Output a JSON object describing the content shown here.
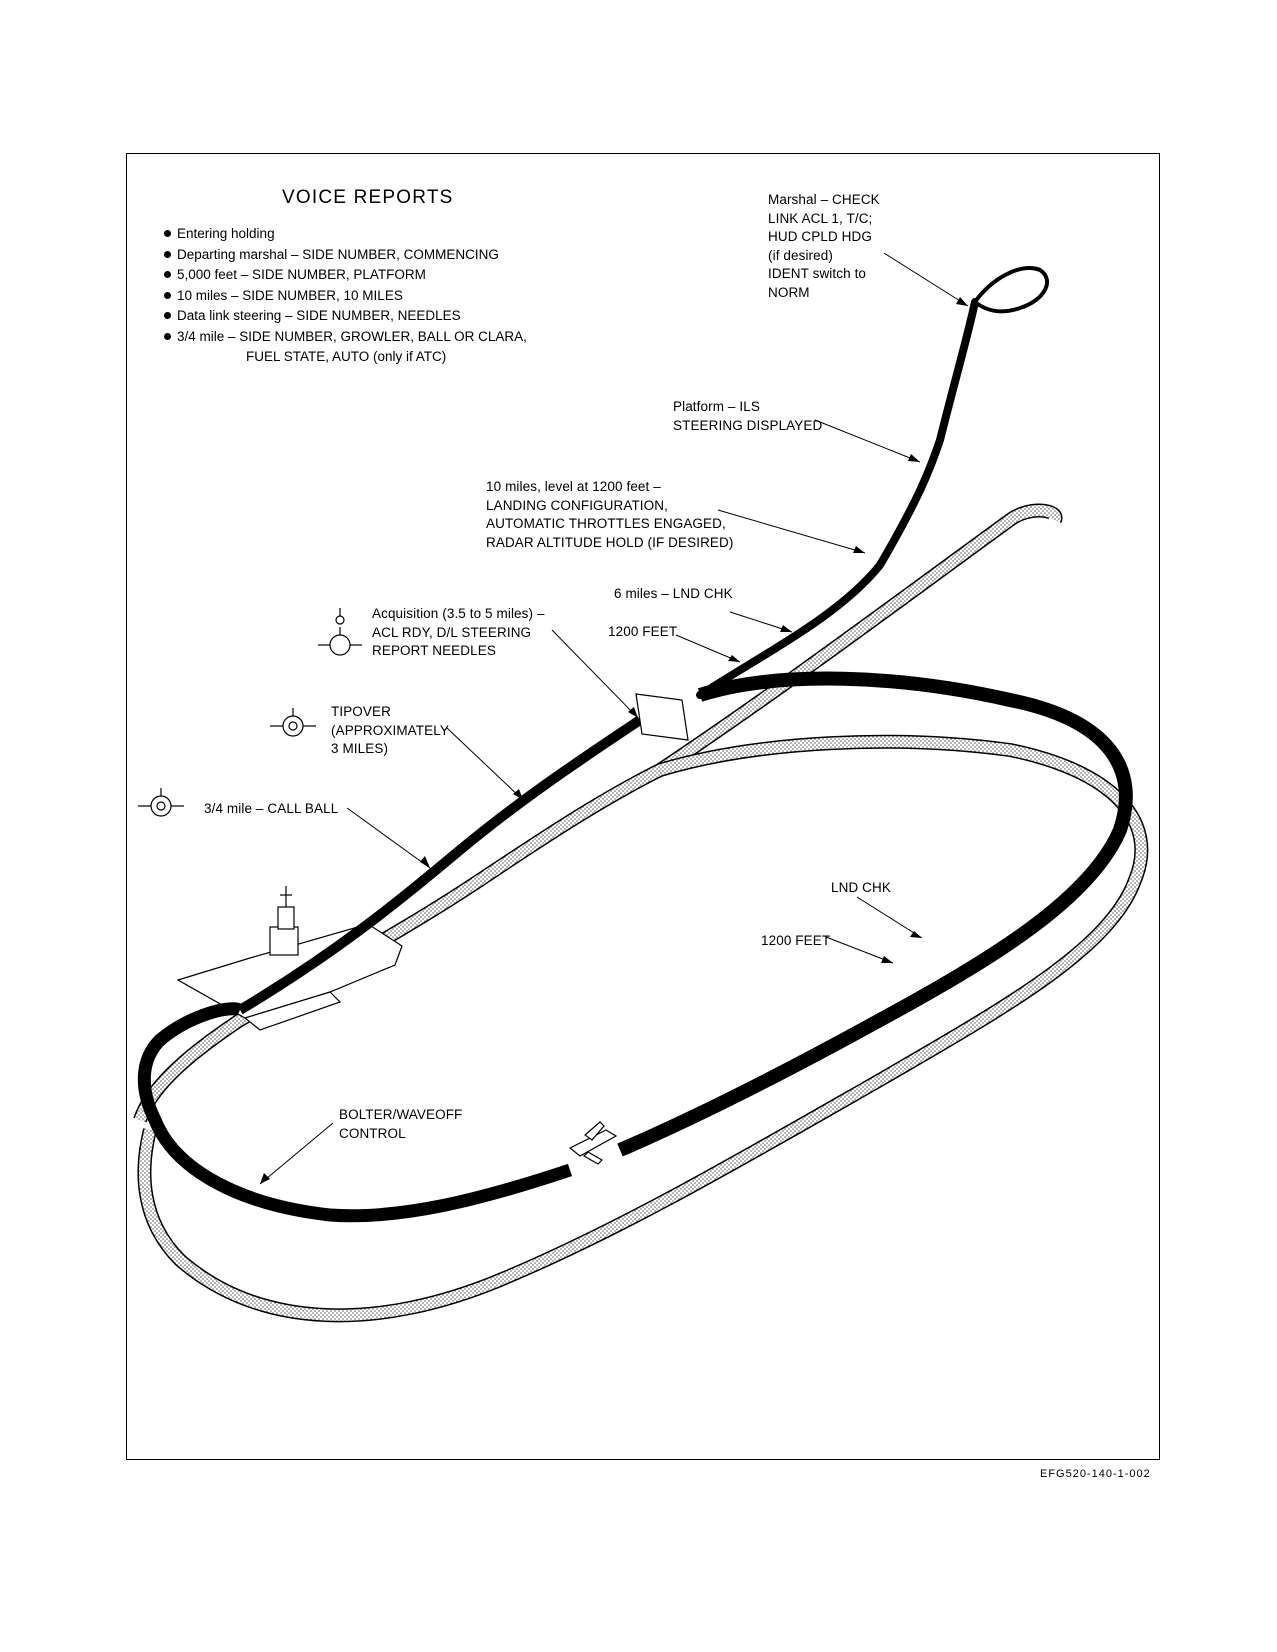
{
  "voice_reports": {
    "title": "VOICE REPORTS",
    "items": [
      "Entering holding",
      "Departing marshal – SIDE NUMBER, COMMENCING",
      "5,000 feet – SIDE NUMBER, PLATFORM",
      "10 miles – SIDE NUMBER, 10 MILES",
      "Data link steering – SIDE NUMBER, NEEDLES",
      "3/4 mile – SIDE NUMBER, GROWLER, BALL OR CLARA,"
    ],
    "item_continuation": "FUEL STATE, AUTO (only if ATC)"
  },
  "callouts": {
    "marshal": [
      "Marshal – CHECK",
      "LINK ACL 1, T/C;",
      "HUD CPLD HDG",
      "(if desired)",
      "IDENT switch to",
      "NORM"
    ],
    "platform": [
      "Platform – ILS",
      "STEERING DISPLAYED"
    ],
    "ten_miles": [
      "10 miles, level at 1200 feet –",
      "LANDING CONFIGURATION,",
      "AUTOMATIC THROTTLES ENGAGED,",
      "RADAR ALTITUDE HOLD (IF DESIRED)"
    ],
    "six_miles": "6 miles – LND CHK",
    "feet_1200_a": "1200 FEET",
    "acquisition": [
      "Acquisition (3.5 to 5 miles) –",
      "ACL RDY, D/L STEERING",
      "REPORT NEEDLES"
    ],
    "tipover": [
      "TIPOVER",
      "(APPROXIMATELY",
      "3 MILES)"
    ],
    "call_ball": "3/4 mile – CALL BALL",
    "lnd_chk": "LND CHK",
    "feet_1200_b": "1200 FEET",
    "bolter": [
      "BOLTER/WAVEOFF",
      "CONTROL"
    ]
  },
  "figure_id": "EFG520-140-1-002"
}
